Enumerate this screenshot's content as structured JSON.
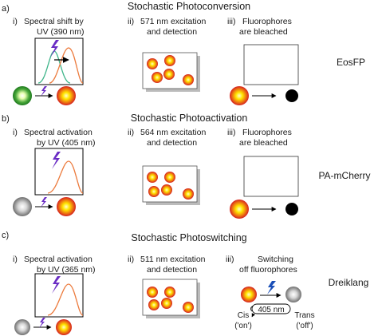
{
  "sections": [
    {
      "letter": "a)",
      "title": "Stochastic Photoconversion",
      "protein": "EosFP",
      "panels": [
        {
          "num": "i)",
          "lines": [
            "Spectral shift by",
            "UV (390 nm)"
          ]
        },
        {
          "num": "ii)",
          "lines": [
            "571 nm excitation",
            "and detection"
          ]
        },
        {
          "num": "iii)",
          "lines": [
            "Fluorophores",
            "are bleached"
          ]
        }
      ]
    },
    {
      "letter": "b)",
      "title": "Stochastic Photoactivation",
      "protein": "PA-mCherry",
      "panels": [
        {
          "num": "i)",
          "lines": [
            "Spectral activation",
            "by UV (405 nm)"
          ]
        },
        {
          "num": "ii)",
          "lines": [
            "564 nm excitation",
            "and detection"
          ]
        },
        {
          "num": "iii)",
          "lines": [
            "Fluorophores",
            "are bleached"
          ]
        }
      ]
    },
    {
      "letter": "c)",
      "title": "Stochastic Photoswitching",
      "protein": "Dreiklang",
      "panels": [
        {
          "num": "i)",
          "lines": [
            "Spectral activation",
            "by UV (365 nm)"
          ]
        },
        {
          "num": "ii)",
          "lines": [
            "511 nm excitation",
            "and detection"
          ]
        },
        {
          "num": "iii)",
          "lines": [
            "Switching",
            "off fluorophores"
          ]
        }
      ],
      "switch": {
        "cis": [
          "Cis",
          "('on')"
        ],
        "wavelength": "405 nm",
        "trans": [
          "Trans",
          "('off')"
        ]
      }
    }
  ],
  "colors": {
    "red_rim": "#d42020",
    "yellow_core": "#ffe600",
    "green_rim": "#1e7a1e",
    "green_core": "#e8ffb0",
    "gray_rim": "#6f6f6f",
    "gray_core": "#f2f2f2",
    "black": "#000000",
    "orange_curve": "#ec7a3c",
    "green_curve": "#3fb58a",
    "uv_bolt": "#6a2cc4",
    "blue_bolt": "#1a4fb8"
  }
}
